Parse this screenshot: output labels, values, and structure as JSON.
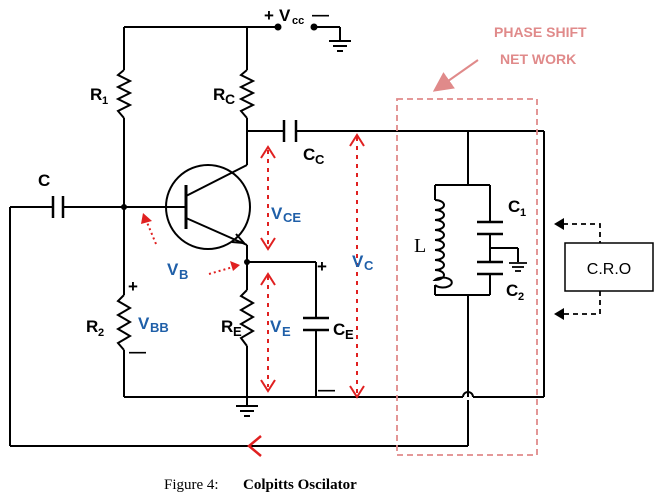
{
  "labels": {
    "vcc_plus": "+",
    "vcc": "V",
    "vcc_sub": "cc",
    "vcc_minus": "—",
    "phase_line1": "PHASE SHIFT",
    "phase_line2": "NET WORK",
    "r1": "R",
    "r1_sub": "1",
    "rc": "R",
    "rc_sub": "C",
    "cc": "C",
    "cc_sub": "C",
    "c": "C",
    "vce": "V",
    "vce_sub": "CE",
    "vc": "V",
    "vc_sub": "C",
    "vb": "V",
    "vb_sub": "B",
    "r2": "R",
    "r2_sub": "2",
    "vbb": "V",
    "vbb_sub": "BB",
    "plus_vbb": "+",
    "minus_vbb": "—",
    "re": "R",
    "re_sub": "E",
    "ve": "V",
    "ve_sub": "E",
    "ce": "C",
    "ce_sub": "E",
    "plus_ce": "+",
    "minus_ce": "—",
    "l": "L",
    "c1": "C",
    "c1_sub": "1",
    "c2": "C",
    "c2_sub": "2",
    "cro": "C.R.O"
  },
  "caption": {
    "prefix": "Figure 4:",
    "title": "Colpitts Oscilator"
  },
  "colors": {
    "wire": "#000000",
    "accent_red": "#e02020",
    "dashed_box": "#e08a8a",
    "blue_label": "#1f5fa8"
  }
}
